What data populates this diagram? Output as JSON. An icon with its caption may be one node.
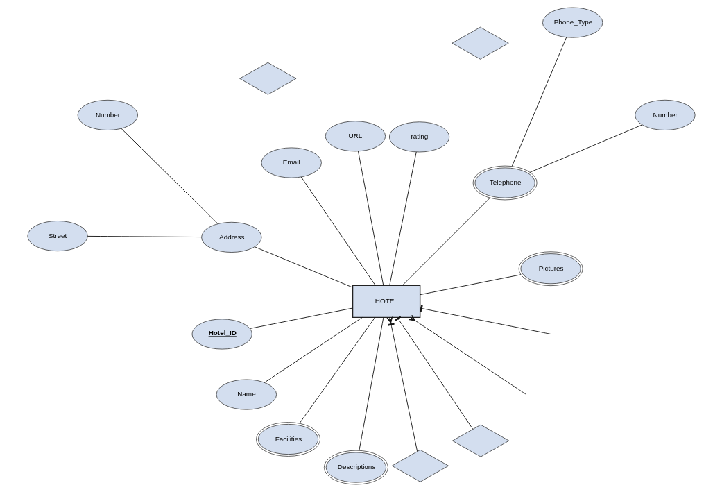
{
  "diagram": {
    "nodes": [
      {
        "text": [
          "HOTEL"
        ]
      },
      {
        "text": [
          "Hotel_ID"
        ]
      },
      {
        "text": [
          "Name"
        ]
      },
      {
        "text": [
          "Facilities"
        ]
      },
      {
        "text": [
          "Descriptions"
        ]
      },
      {
        "text": [
          "Pictures"
        ]
      },
      {
        "text": [
          "Telephone"
        ]
      },
      {
        "text": [
          "Number"
        ]
      },
      {
        "text": [
          "Phone_Type"
        ]
      },
      {
        "text": [
          "rating"
        ]
      },
      {
        "text": [
          "URL"
        ]
      },
      {
        "text": [
          "Email"
        ]
      },
      {
        "text": [
          "Address"
        ]
      },
      {
        "text": [
          "Number"
        ]
      },
      {
        "text": [
          "Street"
        ]
      },
      {
        "text": [],
        "shape": "diamond"
      },
      {
        "text": [],
        "shape": "diamond"
      },
      {
        "text": [],
        "shape": "diamond"
      },
      {
        "text": [],
        "shape": "diamond"
      }
    ],
    "edges": [
      {
        "from": null,
        "to": 0,
        "arrow": "other"
      },
      {
        "from": 15,
        "to": 0,
        "arrow": "other"
      },
      {
        "from": 1,
        "to": 0,
        "arrow": "none"
      },
      {
        "from": 3,
        "to": 0,
        "arrow": "none"
      },
      {
        "from": 4,
        "to": 0,
        "arrow": "none"
      },
      {
        "from": 2,
        "to": 0,
        "arrow": "none"
      },
      {
        "from": 16,
        "to": 0,
        "arrow": "other"
      },
      {
        "from": 0,
        "to": 5,
        "arrow": "none"
      },
      {
        "from": null,
        "to": 0,
        "arrow": "other"
      },
      {
        "from": 0,
        "to": 6,
        "arrow": "none"
      },
      {
        "from": 6,
        "to": 7,
        "arrow": "none"
      },
      {
        "from": 6,
        "to": 8,
        "arrow": "none"
      },
      {
        "from": 0,
        "to": 9,
        "arrow": "none"
      },
      {
        "from": 0,
        "to": 10,
        "arrow": "none"
      },
      {
        "from": 0,
        "to": 11,
        "arrow": "none"
      },
      {
        "from": 0,
        "to": 12,
        "arrow": "none"
      },
      {
        "from": 12,
        "to": 13,
        "arrow": "none"
      },
      {
        "from": 12,
        "to": 14,
        "arrow": "none"
      }
    ]
  }
}
